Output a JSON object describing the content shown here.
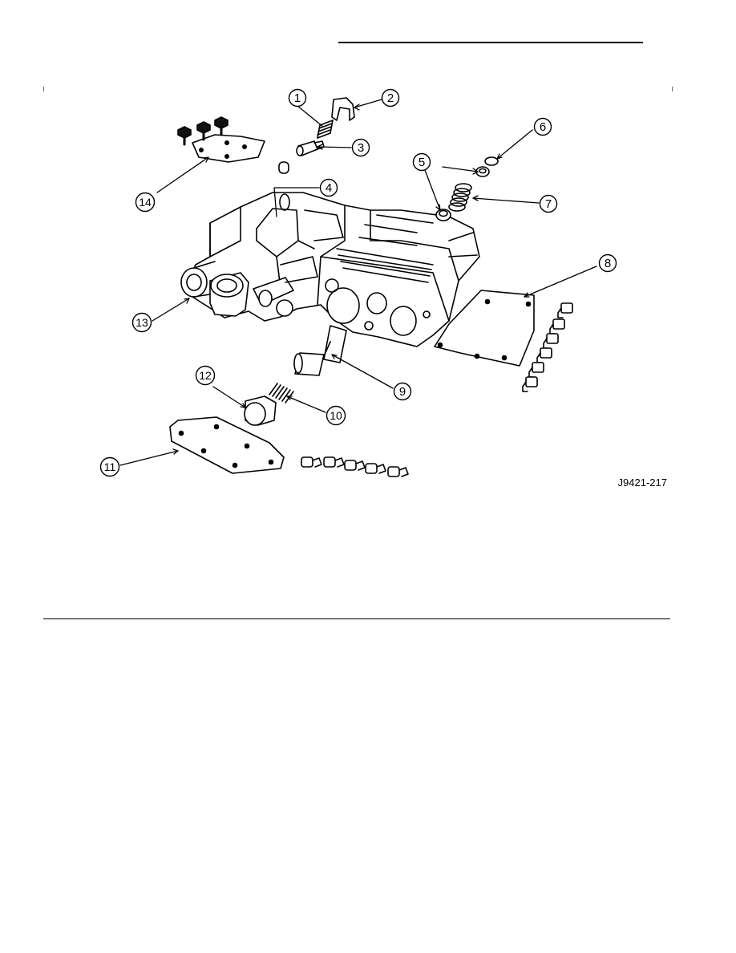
{
  "figure": {
    "code": "J9421-217",
    "callouts": [
      {
        "n": "1"
      },
      {
        "n": "2"
      },
      {
        "n": "3"
      },
      {
        "n": "4"
      },
      {
        "n": "5"
      },
      {
        "n": "6"
      },
      {
        "n": "7"
      },
      {
        "n": "8"
      },
      {
        "n": "9"
      },
      {
        "n": "10"
      },
      {
        "n": "11"
      },
      {
        "n": "12"
      },
      {
        "n": "13"
      },
      {
        "n": "14"
      }
    ]
  }
}
